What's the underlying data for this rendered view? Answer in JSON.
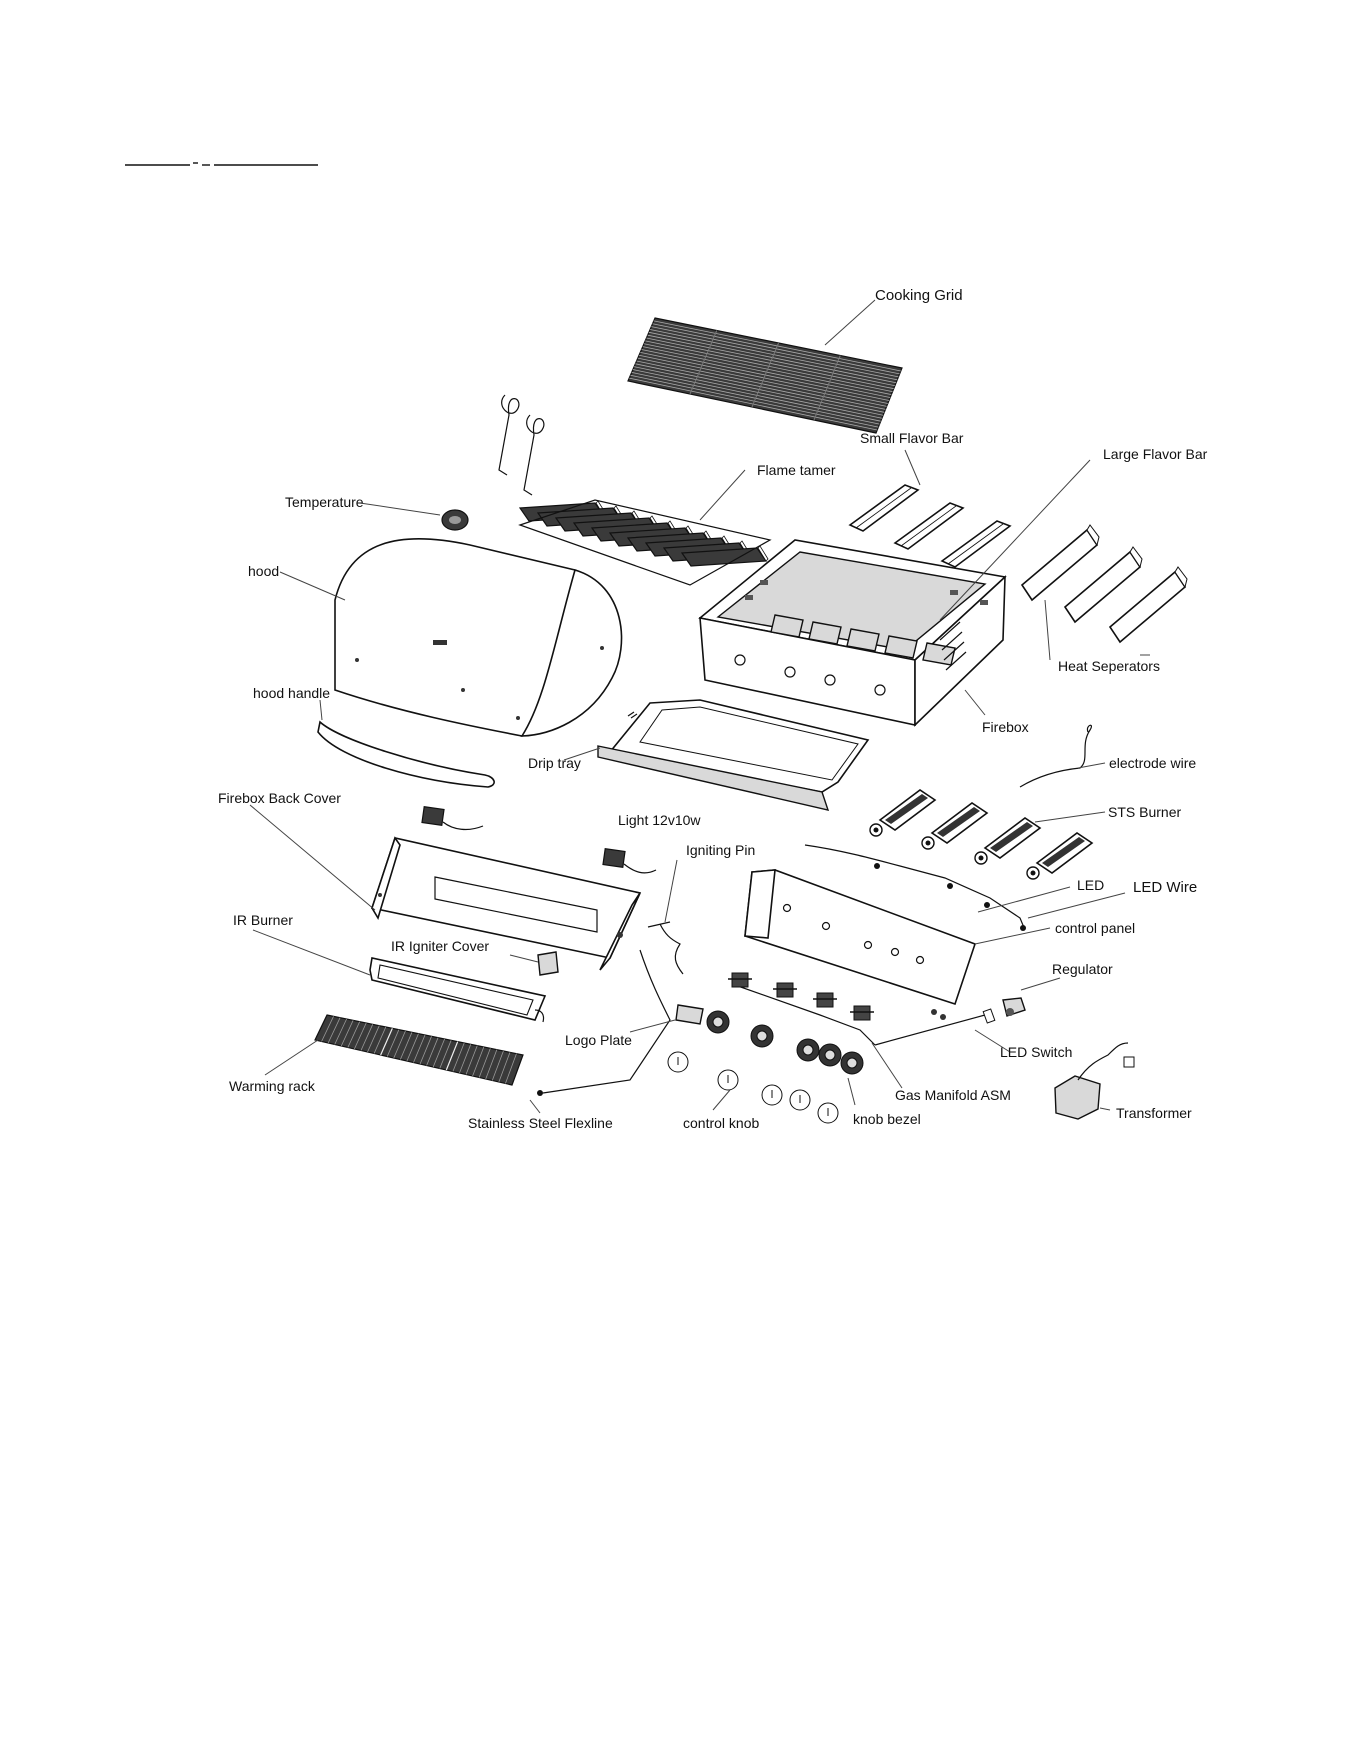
{
  "labels": {
    "cooking_grid": "Cooking Grid",
    "small_flavor_bar": "Small Flavor Bar",
    "large_flavor_bar": "Large Flavor Bar",
    "flame_tamer": "Flame tamer",
    "temperature": "Temperature",
    "hood": "hood",
    "hood_handle": "hood handle",
    "heat_separators": "Heat Seperators",
    "firebox": "Firebox",
    "electrode_wire": "electrode wire",
    "drip_tray": "Drip tray",
    "firebox_back_cover": "Firebox Back Cover",
    "light": "Light 12v10w",
    "igniting_pin": "Igniting Pin",
    "sts_burner": "STS Burner",
    "led": "LED",
    "led_wire": "LED Wire",
    "control_panel": "control panel",
    "ir_burner": "IR Burner",
    "ir_igniter_cover": "IR Igniter Cover",
    "regulator": "Regulator",
    "logo_plate": "Logo Plate",
    "led_switch": "LED Switch",
    "warming_rack": "Warming rack",
    "gas_manifold": "Gas Manifold ASM",
    "transformer": "Transformer",
    "stainless_flexline": "Stainless Steel Flexline",
    "control_knob": "control knob",
    "knob_bezel": "knob bezel"
  }
}
